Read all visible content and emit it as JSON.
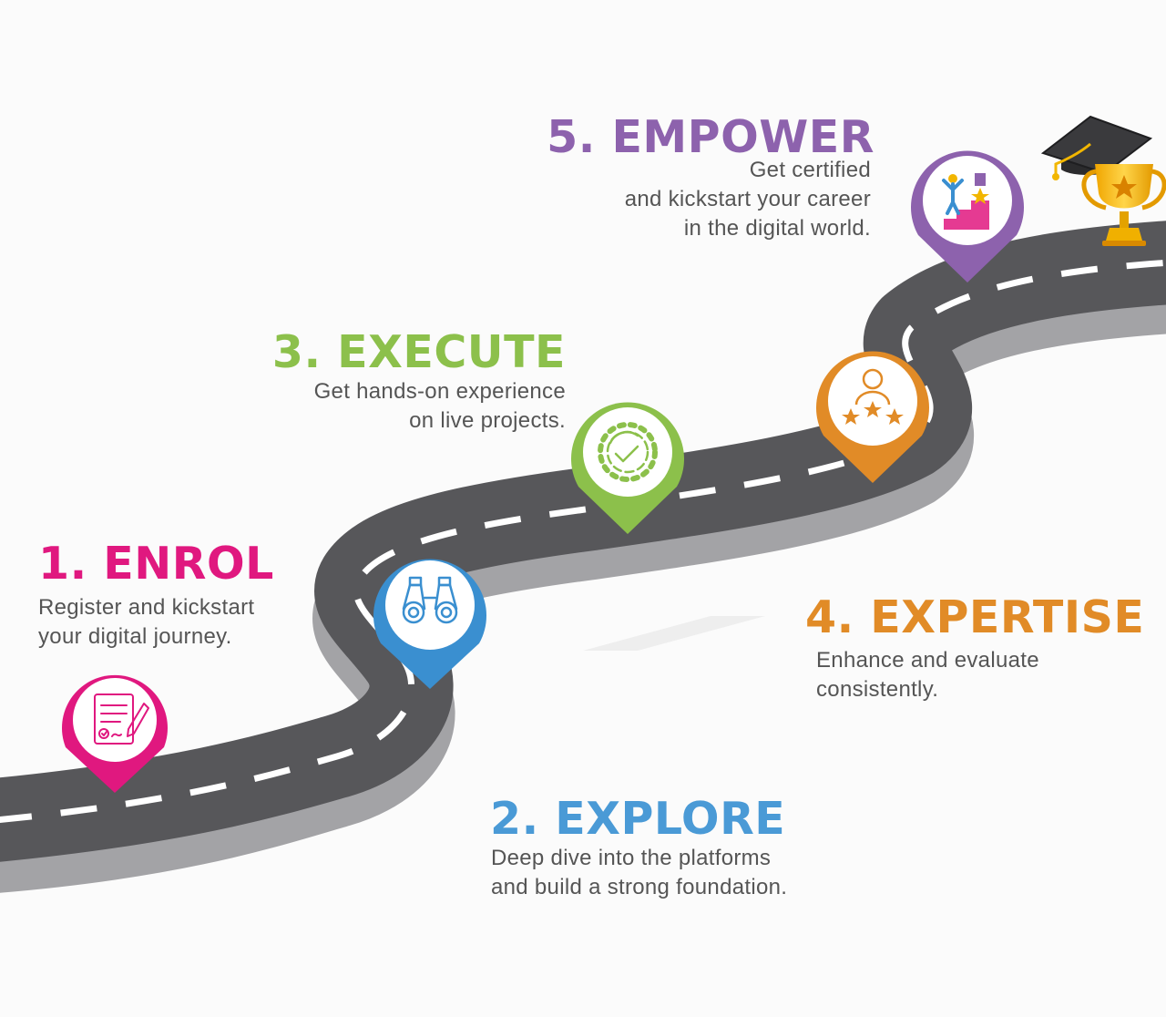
{
  "steps": [
    {
      "id": "enrol",
      "title": "1. ENROL",
      "lines": [
        "Register and kickstart",
        "your digital journey."
      ],
      "color": "#e0187f",
      "icon": "document-sign-icon"
    },
    {
      "id": "explore",
      "title": "2. EXPLORE",
      "lines": [
        "Deep dive into the platforms",
        "and build a strong foundation."
      ],
      "color": "#4a9ad6",
      "icon": "binoculars-icon"
    },
    {
      "id": "execute",
      "title": "3. EXECUTE",
      "lines": [
        "Get hands-on experience",
        "on live projects."
      ],
      "color": "#8cc04b",
      "icon": "gear-check-icon"
    },
    {
      "id": "expertise",
      "title": "4. EXPERTISE",
      "lines": [
        "Enhance and evaluate",
        "consistently."
      ],
      "color": "#e18b27",
      "icon": "person-stars-icon"
    },
    {
      "id": "empower",
      "title": "5. EMPOWER",
      "lines": [
        "Get certified",
        "and kickstart your career",
        "in the digital world."
      ],
      "color": "#8d62ad",
      "icon": "podium-medal-icon"
    }
  ],
  "decorations": {
    "cap": "graduation-cap-icon",
    "trophy": "trophy-icon"
  },
  "colors": {
    "road": "#57575a",
    "road_side": "#a3a3a6",
    "dash": "#ffffff"
  }
}
